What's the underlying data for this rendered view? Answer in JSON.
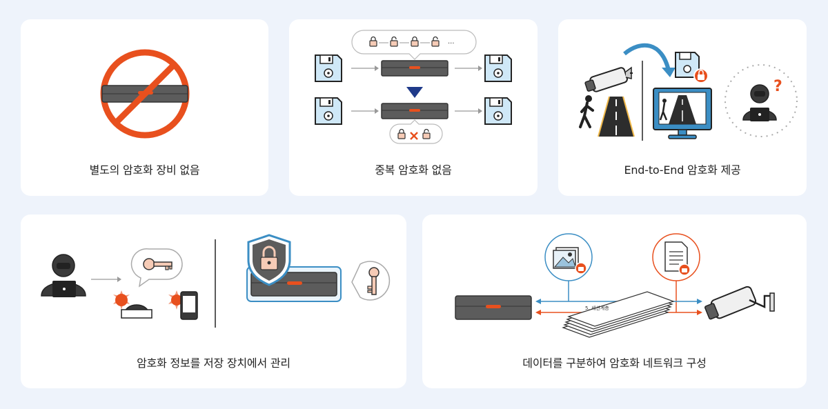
{
  "cards": [
    {
      "caption": "별도의 암호화 장비 없음"
    },
    {
      "caption": "중복 암호화 없음"
    },
    {
      "caption": "End-to-End 암호화 제공"
    },
    {
      "caption": "암호화 정보를 저장 장치에서 관리"
    },
    {
      "caption": "데이터를 구분하여 암호화 네트워크 구성"
    }
  ],
  "labels": {
    "session_layer": "5. 세션계층",
    "question_mark": "?",
    "ellipsis": "···"
  },
  "colors": {
    "background": "#eef3fb",
    "device_body": "#5c5c5c",
    "led": "#e8501e",
    "accent_blue": "#3b8ec4",
    "accent_orange": "#e8501e",
    "floppy_fill": "#cfe8f7",
    "lock_fill": "#f6cbb6"
  }
}
